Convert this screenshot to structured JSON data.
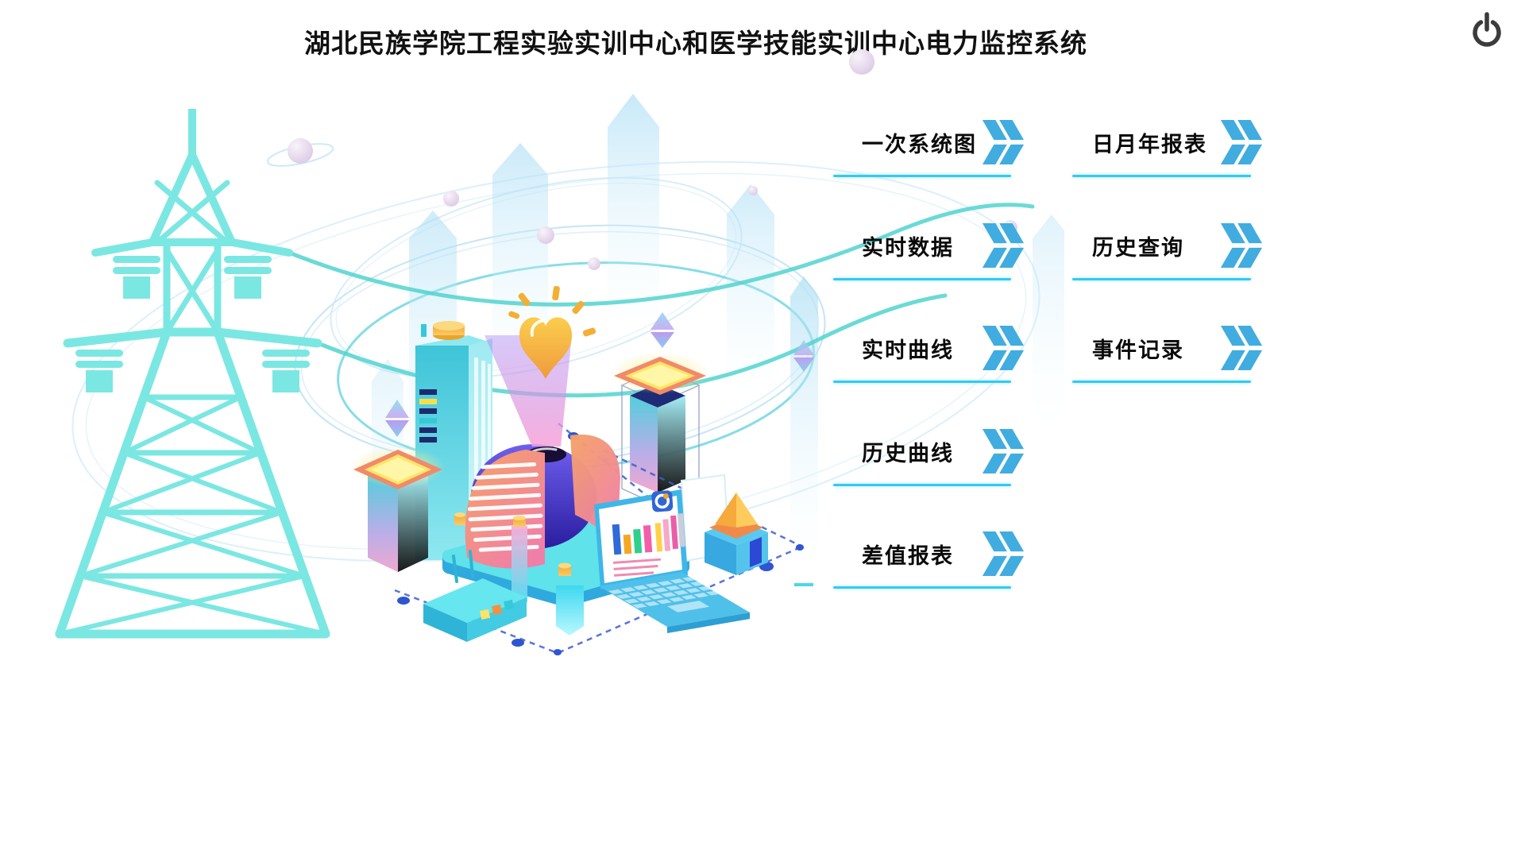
{
  "header": {
    "title": "湖北民族学院工程实验实训中心和医学技能实训中心电力监控系统"
  },
  "menu": {
    "primary": [
      {
        "label": "一次系统图"
      },
      {
        "label": "实时数据"
      },
      {
        "label": "实时曲线"
      },
      {
        "label": "历史曲线"
      },
      {
        "label": "差值报表"
      }
    ],
    "secondary": [
      {
        "label": "日月年报表"
      },
      {
        "label": "历史查询"
      },
      {
        "label": "事件记录"
      }
    ]
  },
  "colors": {
    "chevron_blue": "#41acdf",
    "underline_cyan": "#35c9f2",
    "tower_turquoise": "#7be7e2",
    "title_text": "#111111",
    "power_icon_gray": "#3b3b3b"
  },
  "icons": {
    "power": "power-icon",
    "menu_arrow": "double-chevron-right-icon",
    "illustration": [
      "transmission-tower",
      "smart-city",
      "laptop",
      "router",
      "hologram-heart"
    ]
  }
}
